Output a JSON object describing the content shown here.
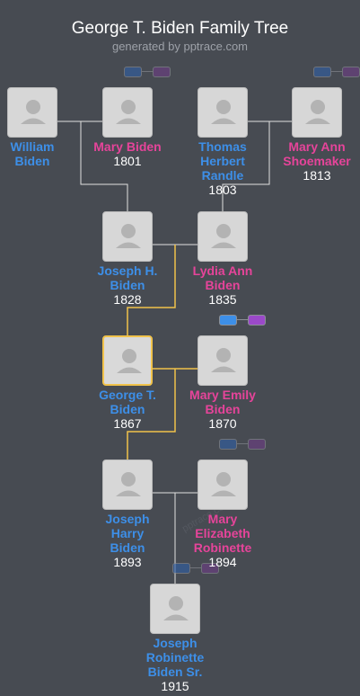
{
  "header": {
    "title": "George T. Biden Family Tree",
    "subtitle": "generated by pptrace.com"
  },
  "colors": {
    "background": "#474b52",
    "male": "#3d8fe8",
    "female": "#e6449a",
    "highlight_line": "#f0c24b",
    "line": "#e0e0e0"
  },
  "people": [
    {
      "name": "William\nBiden",
      "year": "",
      "gender": "male"
    },
    {
      "name": "Mary Biden",
      "year": "1801",
      "gender": "female"
    },
    {
      "name": "Thomas\nHerbert\nRandle",
      "year": "1803",
      "gender": "male"
    },
    {
      "name": "Mary Ann\nShoemaker",
      "year": "1813",
      "gender": "female"
    },
    {
      "name": "Joseph H.\nBiden",
      "year": "1828",
      "gender": "male"
    },
    {
      "name": "Lydia Ann\nBiden",
      "year": "1835",
      "gender": "female"
    },
    {
      "name": "George T.\nBiden",
      "year": "1867",
      "gender": "male",
      "focus": true
    },
    {
      "name": "Mary Emily\nBiden",
      "year": "1870",
      "gender": "female"
    },
    {
      "name": "Joseph\nHarry\nBiden",
      "year": "1893",
      "gender": "male"
    },
    {
      "name": "Mary\nElizabeth\nRobinette",
      "year": "1894",
      "gender": "female"
    },
    {
      "name": "Joseph\nRobinette\nBiden Sr.",
      "year": "1915",
      "gender": "male"
    }
  ],
  "watermark": "pptrace.com",
  "icons": {
    "photo": "person-silhouette-icon",
    "expand_buttons": "family-expand-buttons"
  }
}
